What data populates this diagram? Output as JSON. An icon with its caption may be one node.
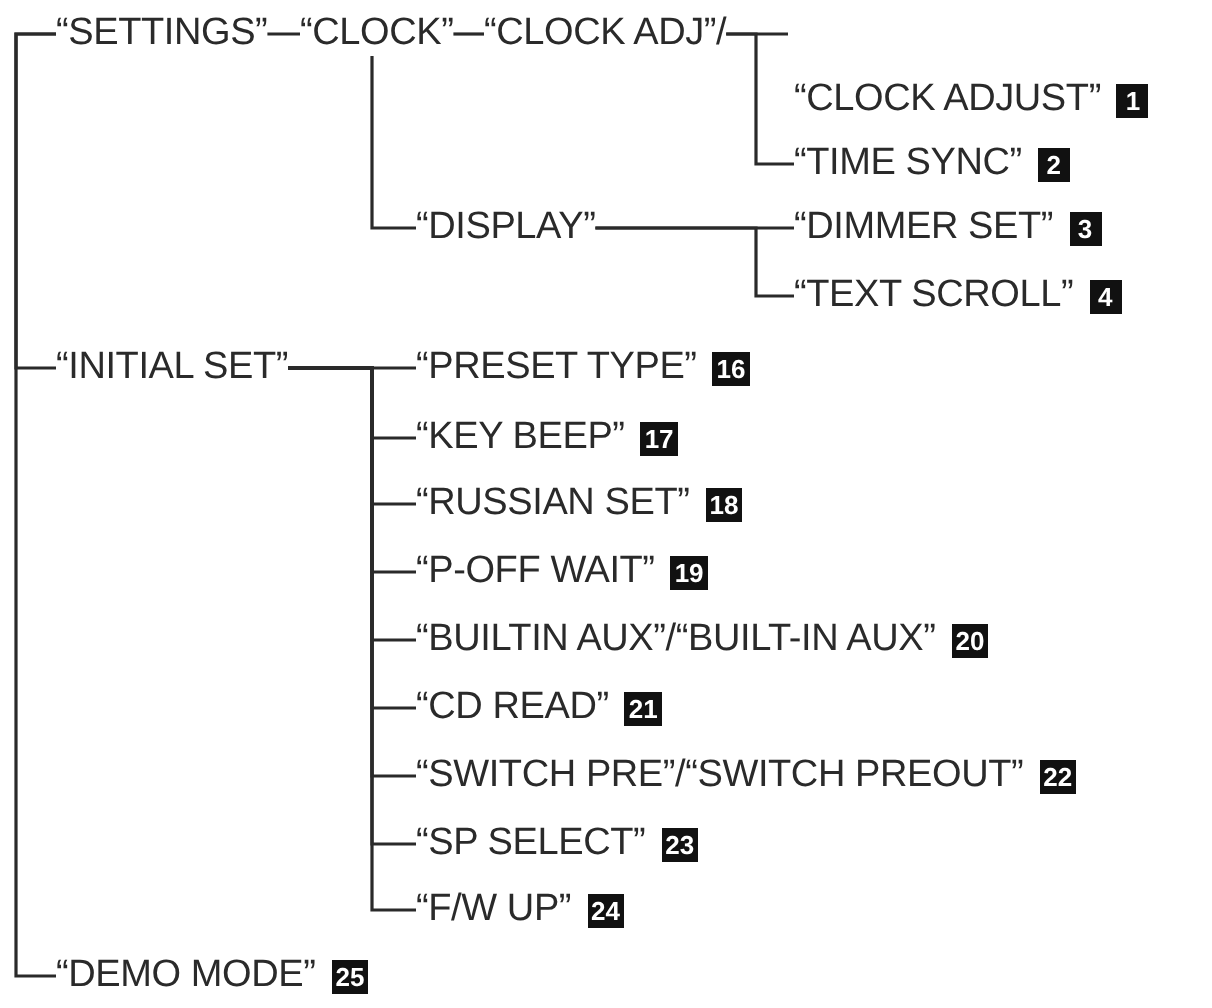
{
  "diagram": {
    "nodes": [
      {
        "text": [
          "“SETTINGS”"
        ]
      },
      {
        "text": [
          "“CLOCK”"
        ]
      },
      {
        "text": [
          "“CLOCK ADJ”/"
        ]
      },
      {
        "text": [
          "“CLOCK ADJUST”"
        ],
        "beside": [
          "1"
        ]
      },
      {
        "text": [
          "“TIME SYNC”"
        ],
        "beside": [
          "2"
        ]
      },
      {
        "text": [
          "“DISPLAY”"
        ]
      },
      {
        "text": [
          "“DIMMER SET”"
        ],
        "beside": [
          "3"
        ]
      },
      {
        "text": [
          "“TEXT SCROLL”"
        ],
        "beside": [
          "4"
        ]
      },
      {
        "text": [
          "“INITIAL SET”"
        ]
      },
      {
        "text": [
          "“PRESET TYPE”"
        ],
        "beside": [
          "16"
        ]
      },
      {
        "text": [
          "“KEY BEEP”"
        ],
        "beside": [
          "17"
        ]
      },
      {
        "text": [
          "“RUSSIAN SET”"
        ],
        "beside": [
          "18"
        ]
      },
      {
        "text": [
          "“P-OFF WAIT”"
        ],
        "beside": [
          "19"
        ]
      },
      {
        "text": [
          "“BUILTIN AUX”/“BUILT-IN AUX”"
        ],
        "beside": [
          "20"
        ]
      },
      {
        "text": [
          "“CD READ”"
        ],
        "beside": [
          "21"
        ]
      },
      {
        "text": [
          "“SWITCH PRE”/“SWITCH PREOUT”"
        ],
        "beside": [
          "22"
        ]
      },
      {
        "text": [
          "“SP SELECT”"
        ],
        "beside": [
          "23"
        ]
      },
      {
        "text": [
          "“F/W UP”"
        ],
        "beside": [
          "24"
        ]
      },
      {
        "text": [
          "“DEMO MODE”"
        ],
        "beside": [
          "25"
        ]
      }
    ],
    "edges": [
      {
        "from": 0,
        "to": 1,
        "arrow": "none"
      },
      {
        "from": 1,
        "to": 2,
        "arrow": "none"
      },
      {
        "from": 2,
        "to": null,
        "arrow": "none"
      },
      {
        "from": 2,
        "to": 4,
        "arrow": "none"
      },
      {
        "from": 1,
        "to": 5,
        "arrow": "none"
      },
      {
        "from": 5,
        "to": 6,
        "arrow": "none"
      },
      {
        "from": 5,
        "to": 7,
        "arrow": "none"
      },
      {
        "from": 0,
        "to": 8,
        "arrow": "none"
      },
      {
        "from": 0,
        "to": 18,
        "arrow": "none"
      },
      {
        "from": 8,
        "to": 9,
        "arrow": "none"
      },
      {
        "from": 8,
        "to": 10,
        "arrow": "none"
      },
      {
        "from": 8,
        "to": 11,
        "arrow": "none"
      },
      {
        "from": 8,
        "to": 12,
        "arrow": "none"
      },
      {
        "from": 8,
        "to": 13,
        "arrow": "none"
      },
      {
        "from": 8,
        "to": 14,
        "arrow": "none"
      },
      {
        "from": 8,
        "to": 15,
        "arrow": "none"
      },
      {
        "from": 8,
        "to": 16,
        "arrow": "none"
      },
      {
        "from": 8,
        "to": 17,
        "arrow": "none"
      }
    ]
  }
}
